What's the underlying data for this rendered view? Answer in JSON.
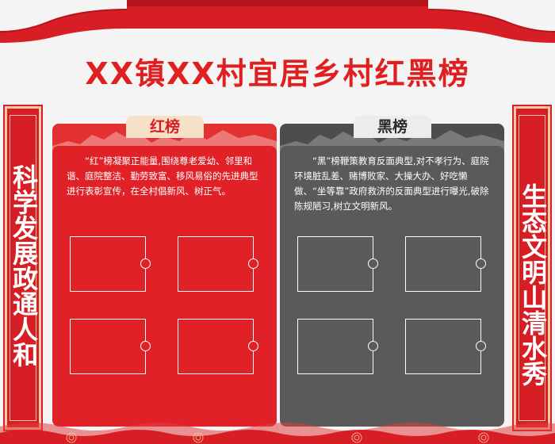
{
  "board": {
    "title": "XX镇XX村宜居乡村红黑榜",
    "left_couplet": "科学发展政通人和",
    "right_couplet": "生态文明山清水秀",
    "red_panel": {
      "tab": "红榜",
      "description": "“红”榜凝聚正能量,围绕尊老爱幼、邻里和谐、庭院整洁、勤劳致富、移风易俗的先进典型进行表彰宣传，在全村倡新风、树正气。",
      "photo_slots": 4
    },
    "black_panel": {
      "tab": "黑榜",
      "description": "“黑”榜鞭策教育反面典型,对不孝行为、庭院环境脏乱差、赌博败家、大操大办、好吃懒做、“坐等靠”政府救济的反面典型进行曝光,破除陈规陋习,树立文明新风。",
      "photo_slots": 4
    }
  },
  "colors": {
    "brand_red": "#e02127",
    "dark_grey": "#5a5a5a",
    "cream": "#f6e0c8"
  }
}
